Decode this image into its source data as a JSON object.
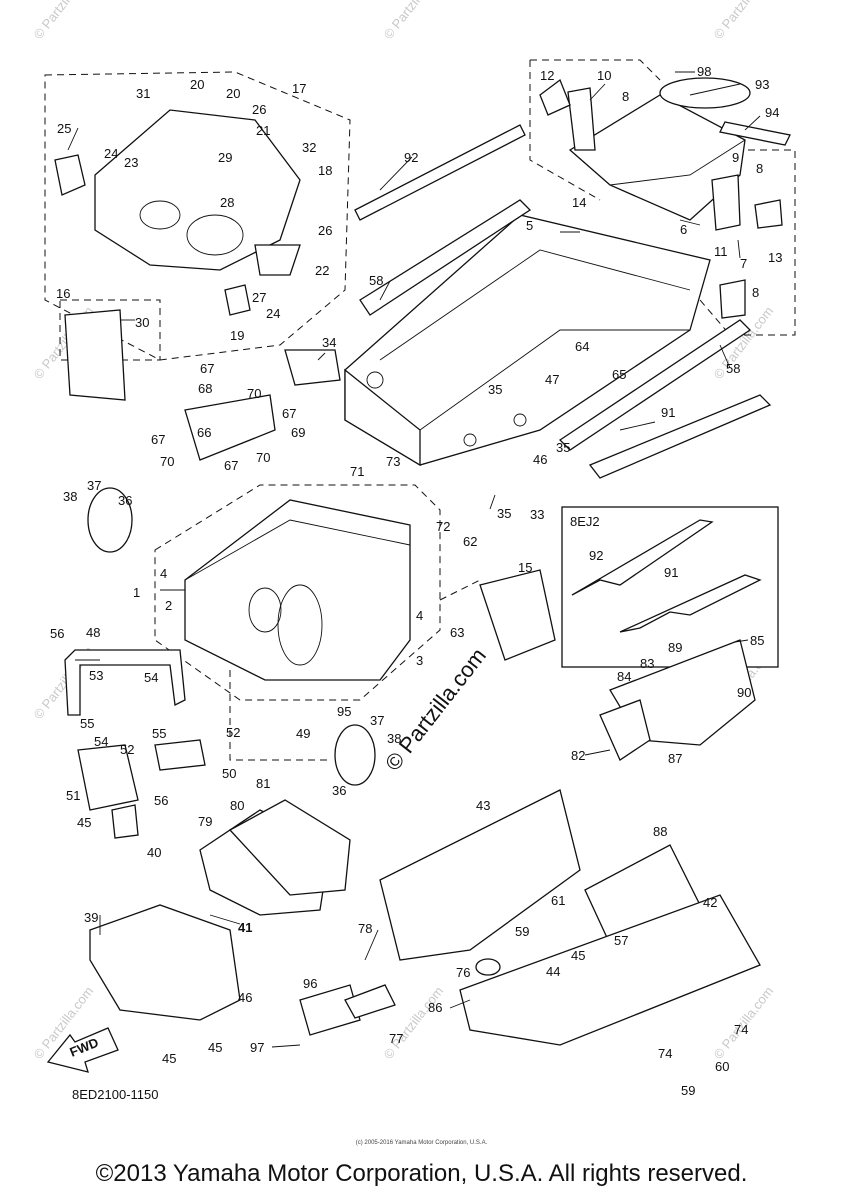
{
  "diagram": {
    "callouts": [
      "1",
      "2",
      "3",
      "4",
      "4",
      "5",
      "6",
      "7",
      "8",
      "8",
      "8",
      "9",
      "10",
      "11",
      "12",
      "13",
      "14",
      "15",
      "16",
      "17",
      "18",
      "19",
      "20",
      "20",
      "21",
      "22",
      "23",
      "24",
      "24",
      "25",
      "26",
      "26",
      "27",
      "28",
      "29",
      "30",
      "31",
      "32",
      "33",
      "34",
      "35",
      "35",
      "35",
      "36",
      "36",
      "37",
      "37",
      "38",
      "38",
      "39",
      "40",
      "41",
      "42",
      "43",
      "44",
      "45",
      "45",
      "45",
      "45",
      "46",
      "46",
      "47",
      "48",
      "49",
      "50",
      "51",
      "52",
      "52",
      "53",
      "54",
      "54",
      "55",
      "55",
      "56",
      "56",
      "57",
      "58",
      "58",
      "59",
      "59",
      "60",
      "61",
      "62",
      "63",
      "64",
      "65",
      "66",
      "67",
      "67",
      "67",
      "67",
      "68",
      "69",
      "70",
      "70",
      "70",
      "71",
      "72",
      "73",
      "74",
      "74",
      "76",
      "77",
      "78",
      "79",
      "80",
      "81",
      "82",
      "83",
      "84",
      "85",
      "86",
      "87",
      "88",
      "89",
      "90",
      "91",
      "91",
      "92",
      "92",
      "93",
      "94",
      "95",
      "96",
      "97",
      "98"
    ],
    "variant_label": "8EJ2",
    "fwd_label": "FWD",
    "diagram_code": "8ED2100-1150",
    "watermark_diagonal": "© Partzilla.com",
    "watermark_repeat": "© Partzilla.com"
  },
  "footer": {
    "copyright": "©2013 Yamaha Motor Corporation, U.S.A. All rights reserved.",
    "small_print": "(c) 2005-2016 Yamaha Motor Corporation, U.S.A."
  }
}
